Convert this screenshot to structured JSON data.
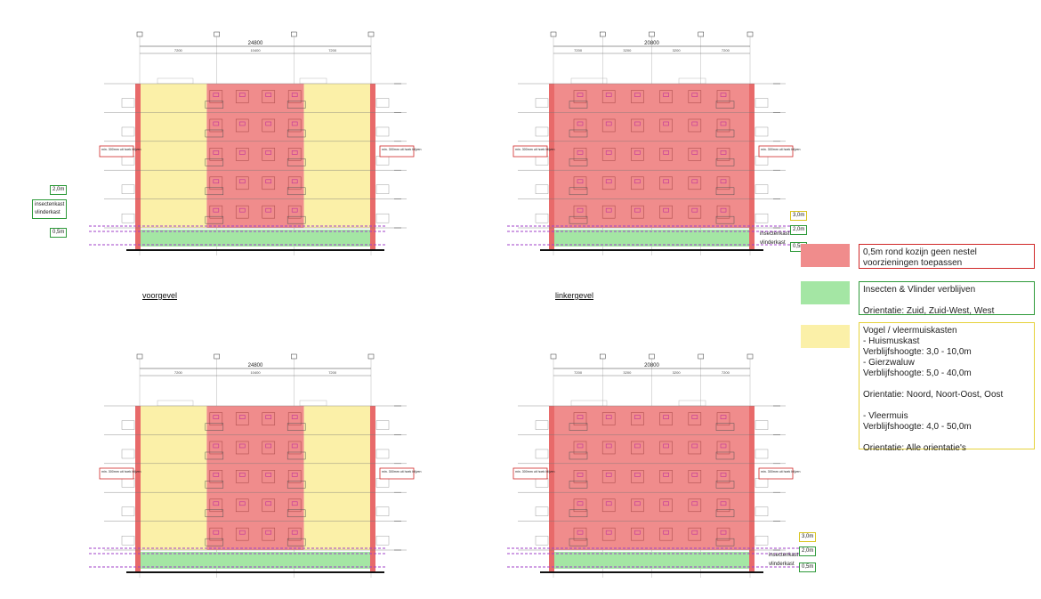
{
  "colors": {
    "red_zone": "#f08c8c",
    "red_border": "#d02828",
    "green_zone": "#a4e6a4",
    "green_border": "#2e9a3a",
    "yellow_zone": "#fbf0a8",
    "yellow_border": "#e6d23c",
    "purple_line": "#a040c8",
    "window_mark": "#c0309c"
  },
  "elevations": [
    {
      "id": "voorgevel",
      "caption": "voorgevel",
      "total_dim": "24800",
      "sub_dims": [
        "7200",
        "10400",
        "7200"
      ],
      "zones": [
        "yellow",
        "red",
        "yellow"
      ],
      "wide": true,
      "notes": [
        "min. 300mm uit hoek blijven",
        "min. 300mm uit hoek blijven"
      ]
    },
    {
      "id": "linkergevel",
      "caption": "linkergevel",
      "total_dim": "20800",
      "sub_dims": [
        "7200",
        "3200",
        "3200",
        "7200"
      ],
      "zones": [
        "red"
      ],
      "wide": false,
      "notes": [
        "min. 300mm uit hoek blijven",
        "min. 300mm uit hoek blijven"
      ]
    },
    {
      "id": "achtergevel",
      "caption": "",
      "total_dim": "24800",
      "sub_dims": [
        "7200",
        "10400",
        "7200"
      ],
      "zones": [
        "yellow",
        "red",
        "yellow"
      ],
      "wide": true,
      "notes": [
        "min. 300mm uit hoek blijven",
        "min. 300mm uit hoek blijven"
      ]
    },
    {
      "id": "rechtergevel",
      "caption": "",
      "total_dim": "20800",
      "sub_dims": [
        "7200",
        "3200",
        "3200",
        "7200"
      ],
      "zones": [
        "red"
      ],
      "wide": false,
      "notes": [
        "min. 300mm uit hoek blijven",
        "min. 300mm uit hoek blijven"
      ]
    }
  ],
  "height_tags": {
    "h2": "2,0m",
    "h05": "0,5m",
    "h3": "3,0m",
    "insect": "insectenkast",
    "vlinder": "vlinderkast"
  },
  "legend": {
    "red_text": "0,5m rond kozijn geen nestel voorzieningen toepassen",
    "green_lines": [
      "Insecten & Vlinder verblijven",
      "",
      "Orientatie: Zuid, Zuid-West, West"
    ],
    "yellow_lines": [
      "Vogel / vleermuiskasten",
      "- Huismuskast",
      "Verblijfshoogte: 3,0 - 10,0m",
      "- Gierzwaluw",
      "Verblijfshoogte: 5,0 - 40,0m",
      "",
      "Orientatie: Noord, Noort-Oost, Oost",
      "",
      "- Vleermuis",
      "Verblijfshoogte: 4,0 - 50,0m",
      "",
      "Orientatie: Alle orientatie's"
    ]
  }
}
